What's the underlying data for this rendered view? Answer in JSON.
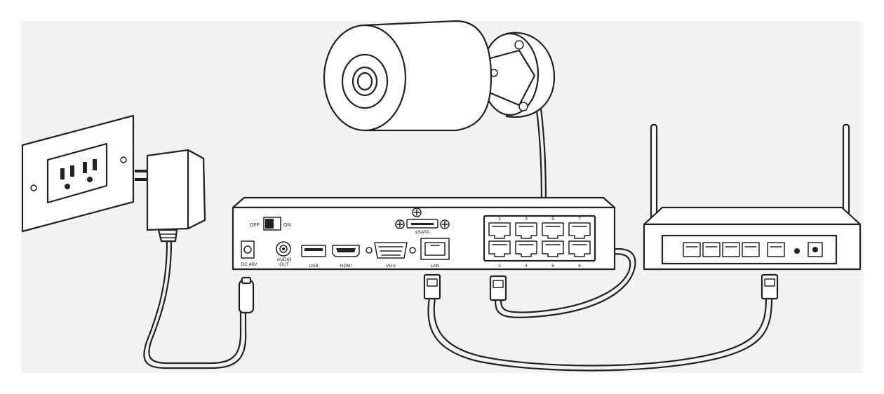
{
  "nvr_labels": {
    "off": "OFF",
    "on": "ON",
    "esata": "eSATA",
    "dc": "DC 48V",
    "audio_out": "AUDIO\nOUT",
    "usb": "USB",
    "hdmi": "HDMI",
    "vga": "VGA",
    "lan": "LAN",
    "poe_top": [
      "1",
      "3",
      "5",
      "7"
    ],
    "poe_bottom": [
      "2",
      "4",
      "6",
      "8"
    ]
  },
  "colors": {
    "background": "#f2f2f4",
    "line": "#222222",
    "fill": "#ffffff"
  }
}
